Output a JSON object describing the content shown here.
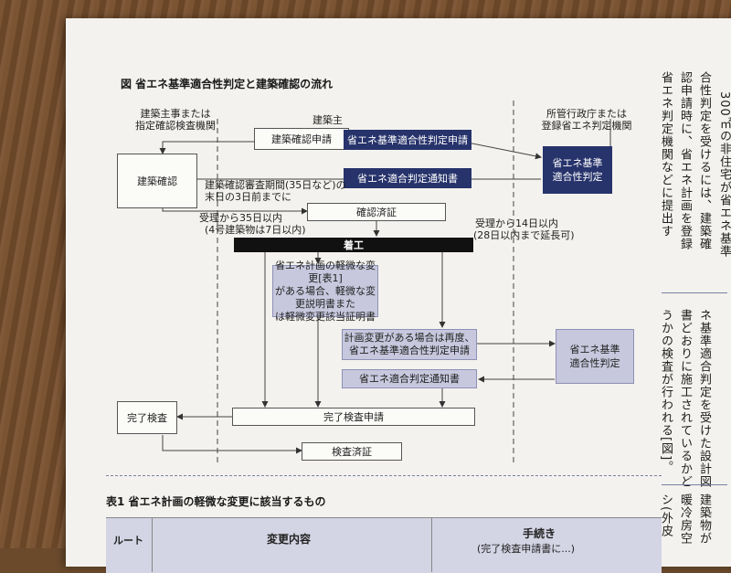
{
  "figure": {
    "title": "図 省エネ基準適合性判定と建築確認の流れ",
    "col_left_1": "建築主事または",
    "col_left_2": "指定確認検査機関",
    "col_center": "建築主",
    "col_right_1": "所管行政庁または",
    "col_right_2": "登録省エネ判定機関",
    "box_kakunin": "建築確認",
    "box_shinsei": "建築確認申請",
    "box_tekigo_shinsei": "省エネ基準適合性判定申請",
    "box_tekigo_tsuchi": "省エネ適合判定通知書",
    "note_shinsa_1": "建築確認審査期間(35日など)の",
    "note_shinsa_2": "末日の3日前までに",
    "note_35_1": "受理から35日以内",
    "note_35_2": "(4号建築物は7日以内)",
    "box_zumisho": "確認済証",
    "box_chakko": "着工",
    "keibi_1": "省エネ計画の軽微な変更[表1]",
    "keibi_2": "がある場合、軽微な変更説明書また",
    "keibi_3": "は軽微変更該当証明書",
    "henko_1": "計画変更がある場合は再度、",
    "henko_2": "省エネ基準適合性判定申請",
    "box_tekigo_tsuchi_2": "省エネ適合判定通知書",
    "box_kanryo_shinsei": "完了検査申請",
    "box_kanryo": "完了検査",
    "box_kensa_zumisho": "検査済証",
    "hantei_1": "省エネ基準",
    "hantei_2": "適合性判定",
    "note_14_1": "受理から14日以内",
    "note_14_2": "(28日以内まで延長可)",
    "hantei2_1": "省エネ基準",
    "hantei2_2": "適合性判定"
  },
  "table": {
    "title": "表1 省エネ計画の軽微な変更に該当するもの",
    "col_route": "ルート",
    "col_henko": "変更内容",
    "col_tetsuzuki": "手続き",
    "col_tetsuzuki_sub": "(完了検査申請書に...)"
  },
  "body": {
    "col1": "300㎡の非住宅が省エネ基準",
    "col2": "合性判定を受けるには、建築確",
    "col3": "認申請時に、省エネ計画を登録",
    "col4": "省エネ判定機関などに提出す",
    "col5": "ネ基準適合判定を受けた設計図",
    "col6": "書どおりに施工されているかど",
    "col7": "うかの検査が行われる[図]。",
    "col8": "建築物が",
    "col9": "暖冷房空",
    "col10": "シ(外皮"
  }
}
